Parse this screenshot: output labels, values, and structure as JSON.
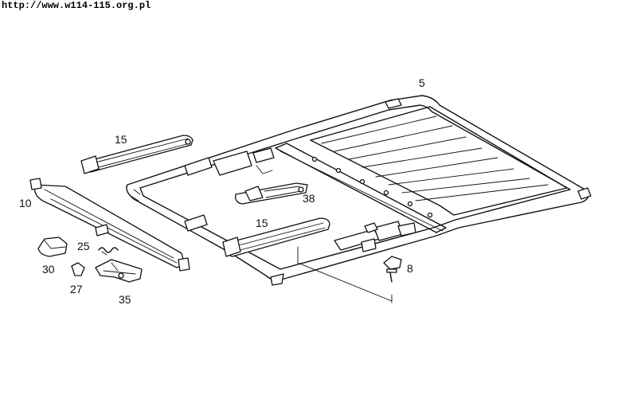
{
  "watermark": "http://www.w114-115.org.pl",
  "labels": {
    "l5": "5",
    "l15a": "15",
    "l10": "10",
    "l38": "38",
    "l15b": "15",
    "l25": "25",
    "l8": "8",
    "l30": "30",
    "l27": "27",
    "l35": "35"
  },
  "colors": {
    "ink": "#111111",
    "background": "#ffffff"
  }
}
